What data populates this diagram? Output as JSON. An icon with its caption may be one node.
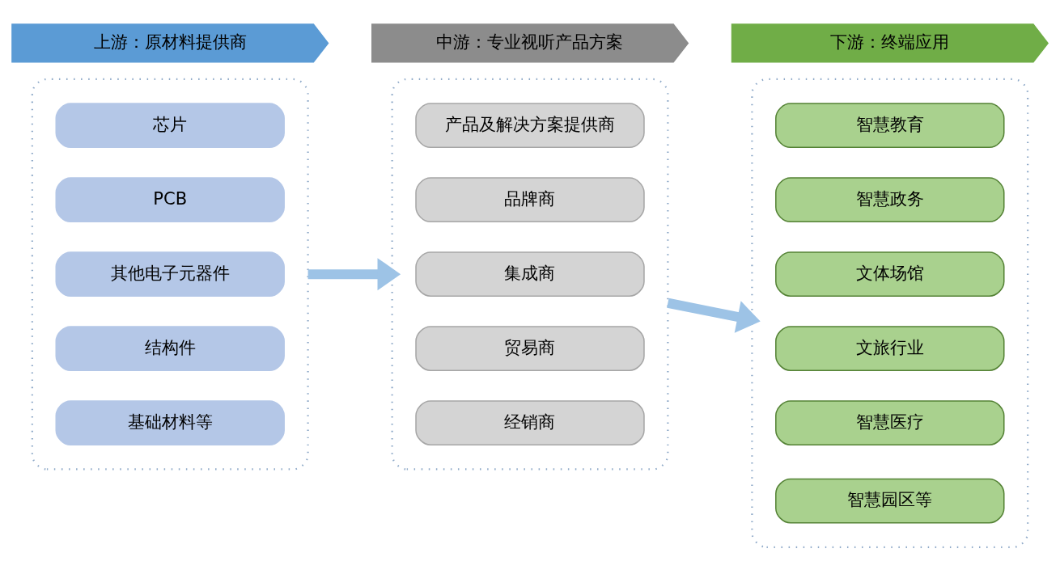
{
  "diagram": {
    "nodes": [
      {
        "text": [
          "上游：原材料提供商"
        ]
      },
      {
        "text": [
          "中游：专业视听产品方案"
        ]
      },
      {
        "text": [
          "下游：终端应用"
        ]
      },
      {
        "text": [],
        "shape": "box"
      },
      {
        "text": [
          "芯片"
        ],
        "in": 3
      },
      {
        "text": [
          "PCB"
        ],
        "in": 3
      },
      {
        "text": [
          "其他电子元器件"
        ],
        "in": 3
      },
      {
        "text": [
          "结构件"
        ],
        "in": 3
      },
      {
        "text": [
          "基础材料等"
        ],
        "in": 3
      },
      {
        "text": [],
        "shape": "box"
      },
      {
        "text": [
          "产品及解决方案提供商"
        ],
        "in": 9
      },
      {
        "text": [
          "品牌商"
        ],
        "in": 9
      },
      {
        "text": [
          "集成商"
        ],
        "in": 9
      },
      {
        "text": [
          "贸易商"
        ],
        "in": 9
      },
      {
        "text": [
          "经销商"
        ],
        "in": 9
      },
      {
        "text": [],
        "shape": "box"
      },
      {
        "text": [
          "智慧教育"
        ],
        "in": 15
      },
      {
        "text": [
          "智慧政务"
        ],
        "in": 15
      },
      {
        "text": [
          "文体场馆"
        ],
        "in": 15
      },
      {
        "text": [
          "文旅行业"
        ],
        "in": 15
      },
      {
        "text": [
          "智慧医疗"
        ],
        "in": 15
      },
      {
        "text": [
          "智慧园区等"
        ],
        "in": 15
      }
    ],
    "edges": [
      {
        "from": 3,
        "to": 9,
        "arrow": "to"
      },
      {
        "from": 9,
        "to": 15,
        "arrow": "to"
      }
    ]
  }
}
